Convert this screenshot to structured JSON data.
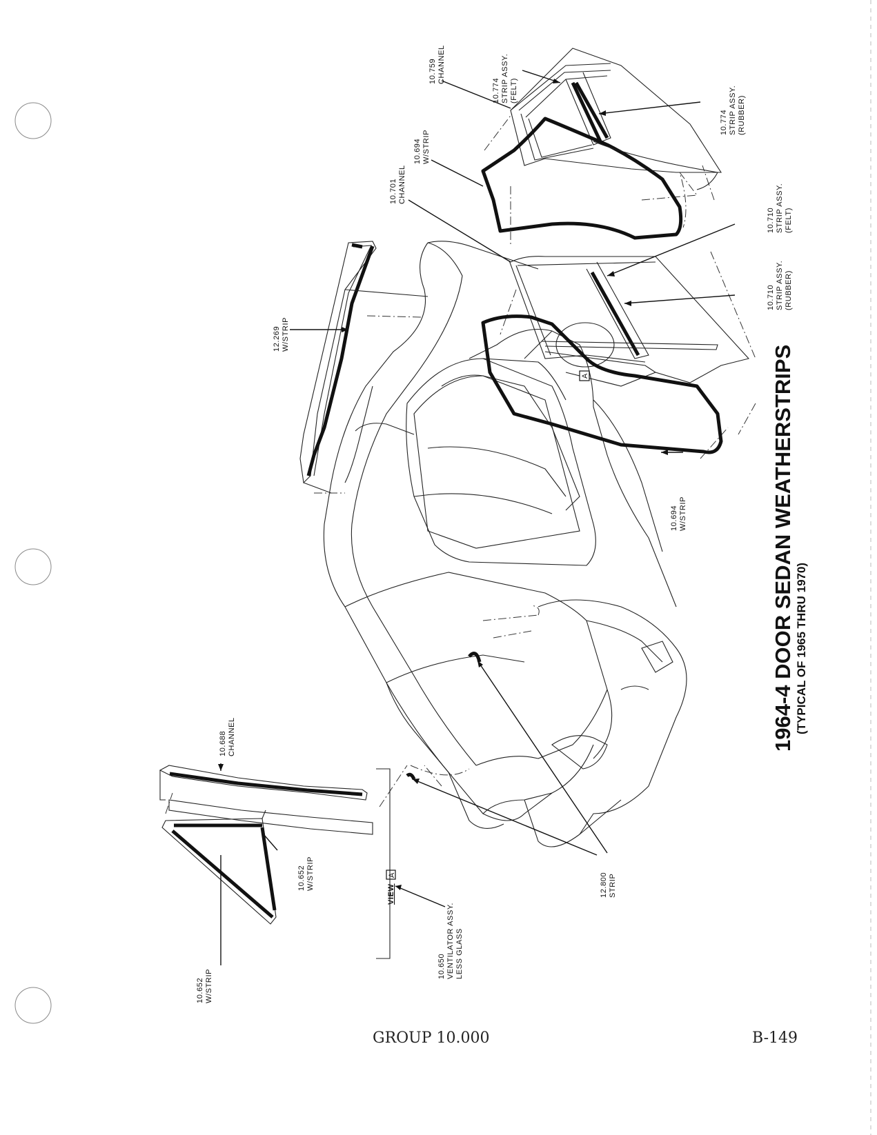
{
  "title": {
    "main": "1964-4 DOOR SEDAN WEATHERSTRIPS",
    "sub": "(TYPICAL OF 1965 THRU 1970)"
  },
  "callouts": {
    "c10774f": {
      "num": "10.774",
      "l1": "STRIP ASSY.",
      "l2": "(FELT)"
    },
    "c10759": {
      "num": "10.759",
      "l1": "CHANNEL"
    },
    "c10774r": {
      "num": "10.774",
      "l1": "STRIP ASSY.",
      "l2": "(RUBBER)"
    },
    "c10694a": {
      "num": "10.694",
      "l1": "W/STRIP"
    },
    "c10701": {
      "num": "10.701",
      "l1": "CHANNEL"
    },
    "c10710f": {
      "num": "10.710",
      "l1": "STRIP ASSY.",
      "l2": "(FELT)"
    },
    "c10710r": {
      "num": "10.710",
      "l1": "STRIP ASSY.",
      "l2": "(RUBBER)"
    },
    "c12269": {
      "num": "12.269",
      "l1": "W/STRIP"
    },
    "c10694b": {
      "num": "10.694",
      "l1": "W/STRIP"
    },
    "c10688": {
      "num": "10.688",
      "l1": "CHANNEL"
    },
    "c10652a": {
      "num": "10.652",
      "l1": "W/STRIP"
    },
    "c10652b": {
      "num": "10.652",
      "l1": "W/STRIP"
    },
    "c10650": {
      "num": "10.650",
      "l1": "VENTILATOR ASSY.",
      "l2": "LESS GLASS"
    },
    "c12800": {
      "num": "12.800",
      "l1": "STRIP"
    }
  },
  "view_label": {
    "word": "VIEW",
    "letter": "A"
  },
  "detail_marker": "A",
  "footer": {
    "group": "GROUP 10.000",
    "page": "B-149"
  }
}
